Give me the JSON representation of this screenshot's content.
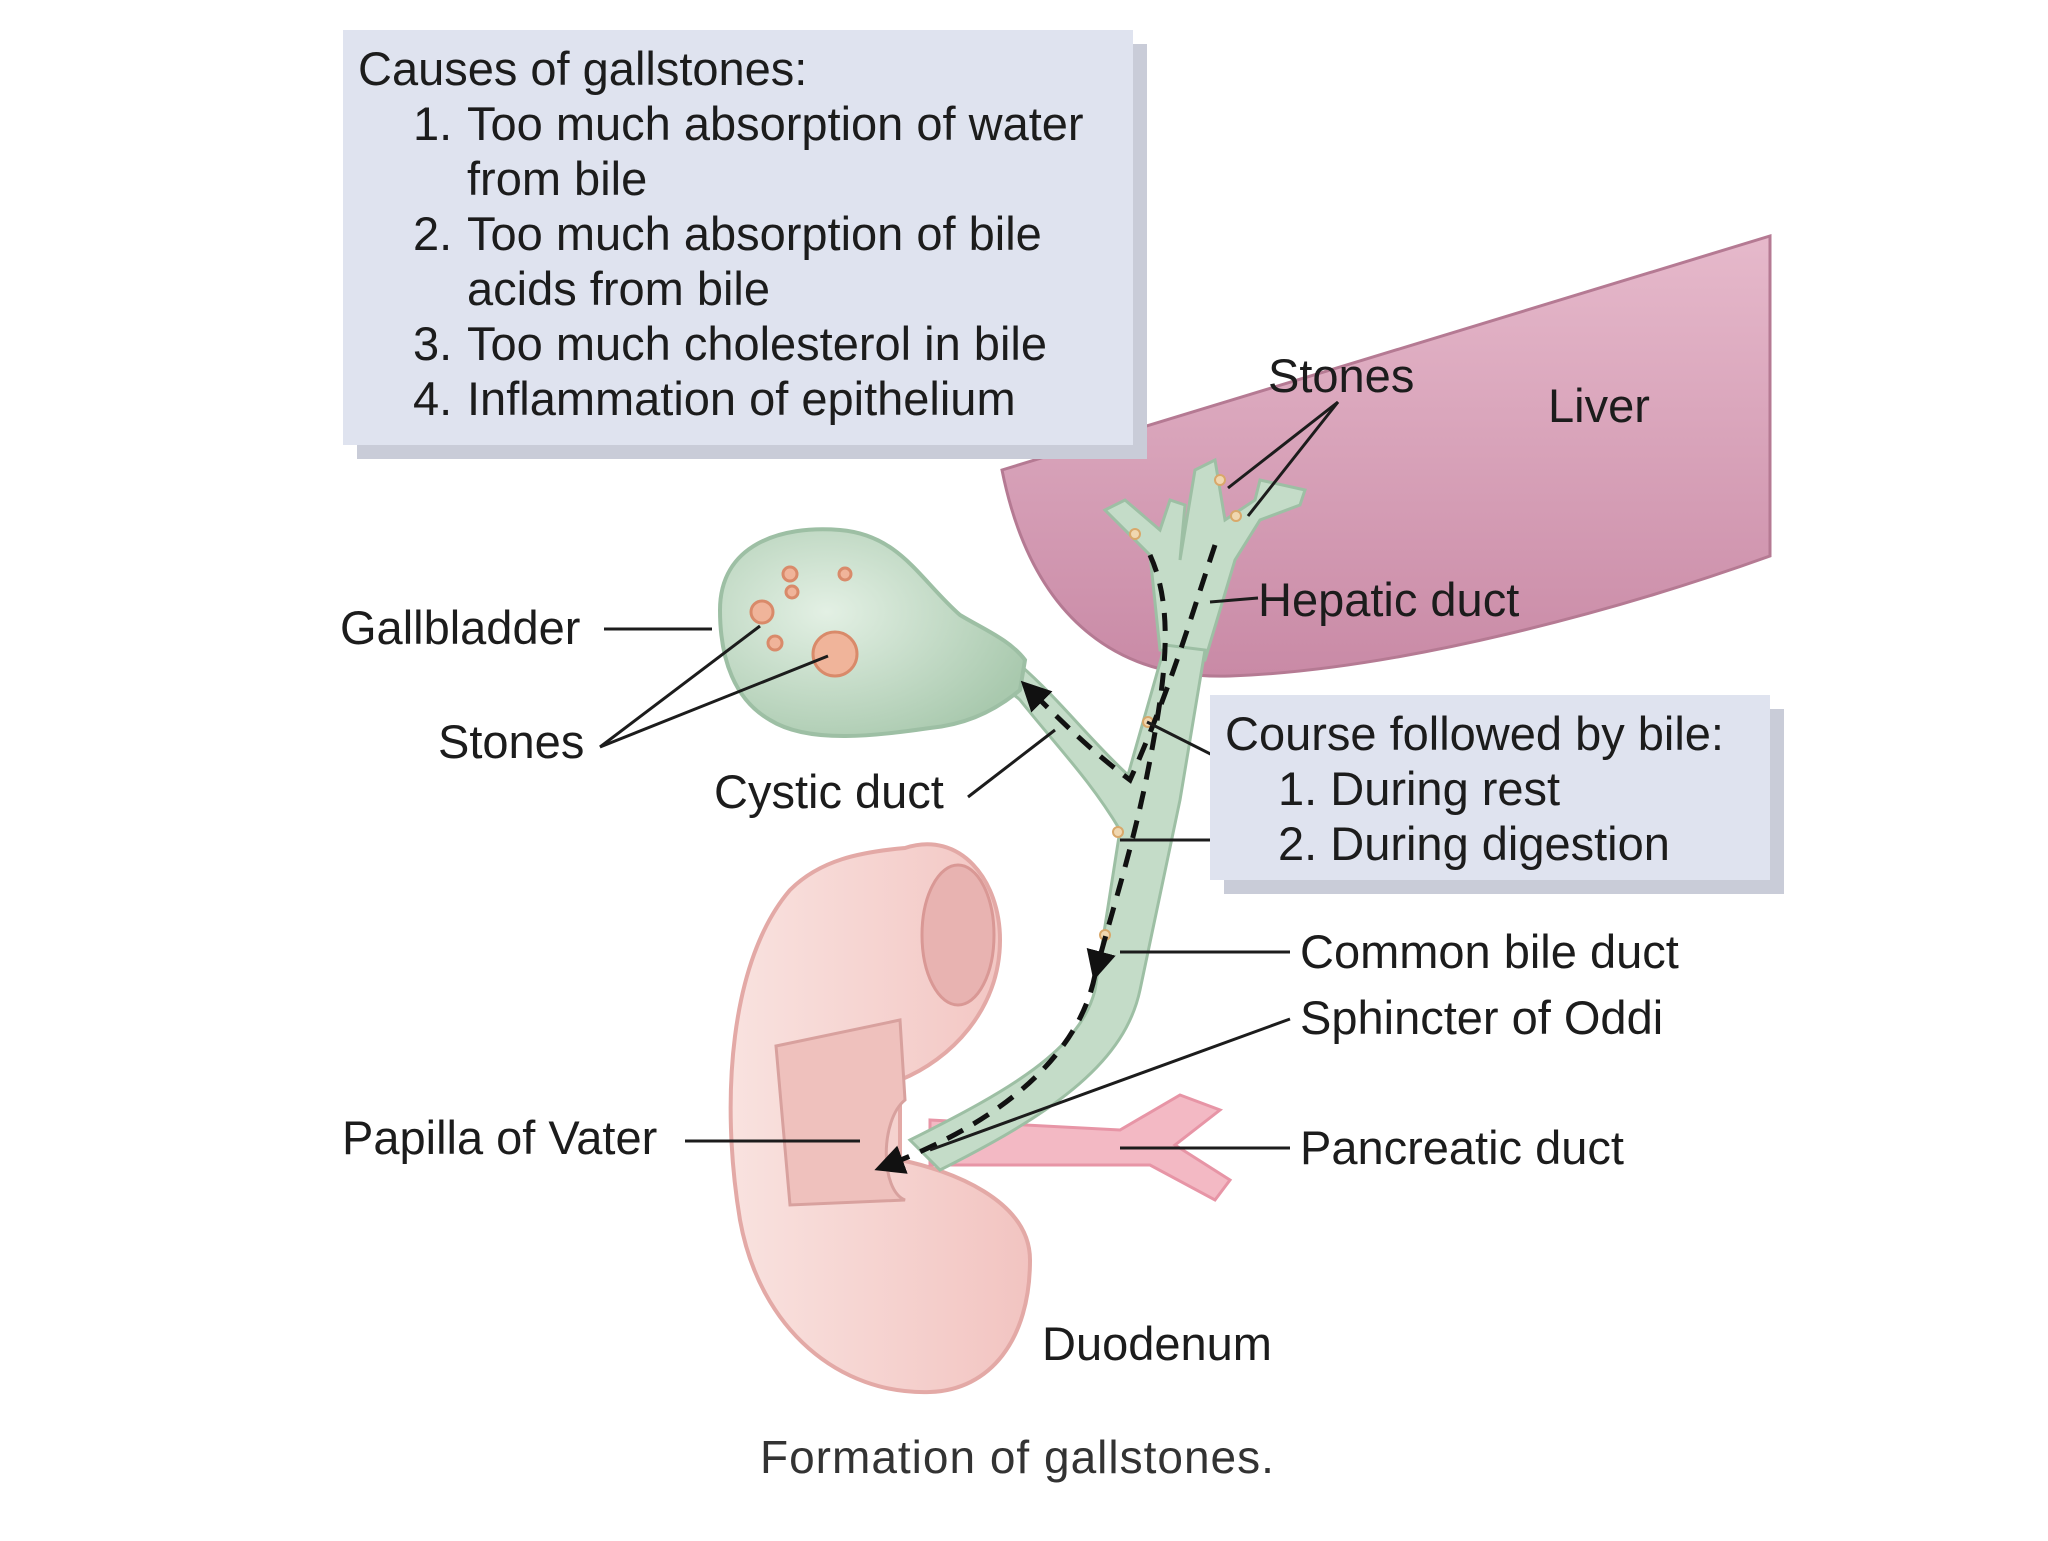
{
  "causes_box": {
    "title": "Causes of gallstones:",
    "items": [
      {
        "num": "1.",
        "line1": "Too much absorption of water",
        "line2": "from bile"
      },
      {
        "num": "2.",
        "line1": "Too much absorption of bile",
        "line2": "acids from bile"
      },
      {
        "num": "3.",
        "line1": "Too much cholesterol in bile",
        "line2": ""
      },
      {
        "num": "4.",
        "line1": "Inflammation of epithelium",
        "line2": ""
      }
    ]
  },
  "course_box": {
    "title": "Course followed by bile:",
    "items": [
      "1. During rest",
      "2. During digestion"
    ]
  },
  "labels": {
    "stones_liver": "Stones",
    "liver": "Liver",
    "hepatic_duct": "Hepatic duct",
    "gallbladder": "Gallbladder",
    "stones_gallbladder": "Stones",
    "cystic_duct": "Cystic duct",
    "common_bile_duct": "Common bile duct",
    "sphincter_of_oddi": "Sphincter of Oddi",
    "papilla_of_vater": "Papilla of Vater",
    "pancreatic_duct": "Pancreatic duct",
    "duodenum": "Duodenum"
  },
  "caption": "Formation of gallstones.",
  "colors": {
    "liver": "#d9a3b9",
    "duct": "#c4dcc8",
    "duodenum": "#f6d3d0",
    "pancreatic_duct": "#f3b9c4",
    "panel": "#dfe3ef"
  }
}
